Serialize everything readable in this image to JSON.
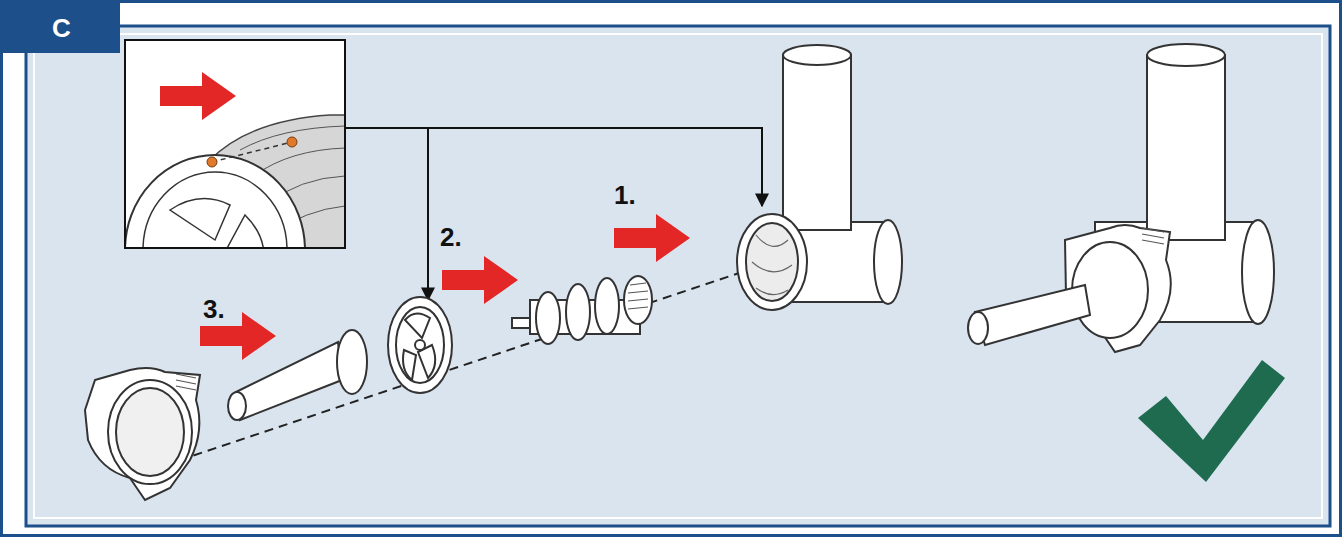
{
  "diagram": {
    "nodes": [
      {
        "text": [
          "C"
        ]
      }
    ],
    "labels": [
      "1.",
      "2.",
      "3."
    ]
  }
}
